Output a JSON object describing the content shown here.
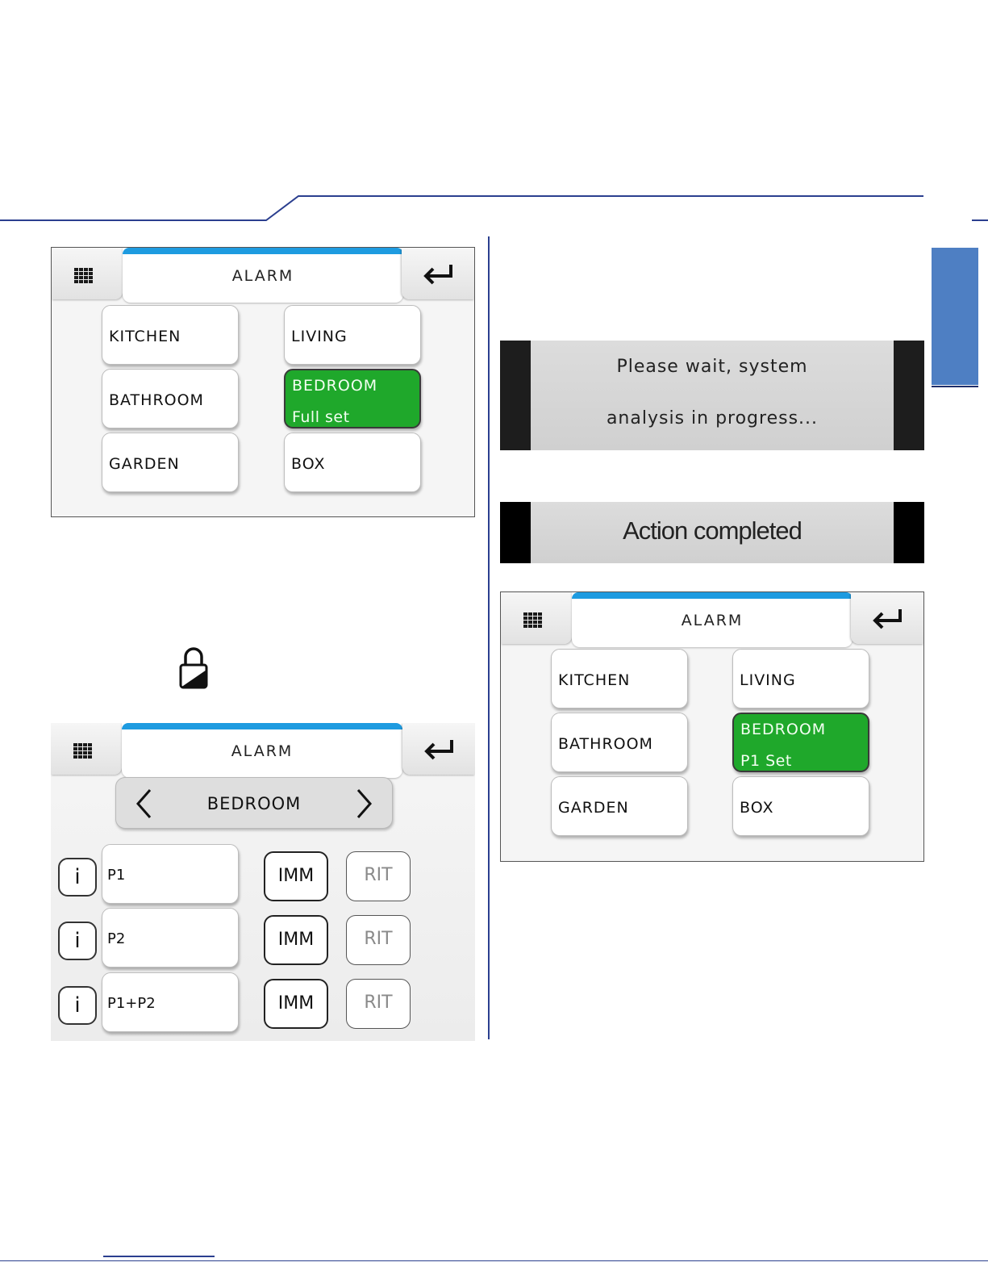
{
  "screen1": {
    "title": "ALARM",
    "rooms": [
      {
        "label": "KITCHEN"
      },
      {
        "label": "LIVING"
      },
      {
        "label": "BATHROOM"
      },
      {
        "label": "BEDROOM",
        "status": "Full set"
      },
      {
        "label": "GARDEN"
      },
      {
        "label": "BOX"
      }
    ]
  },
  "screen2": {
    "title": "ALARM",
    "selected_room": "BEDROOM",
    "periods": [
      {
        "info": "i",
        "label": "P1",
        "imm": "IMM",
        "rit": "RIT"
      },
      {
        "info": "i",
        "label": "P2",
        "imm": "IMM",
        "rit": "RIT"
      },
      {
        "info": "i",
        "label": "P1+P2",
        "imm": "IMM",
        "rit": "RIT"
      }
    ]
  },
  "banner_wait": {
    "line1": "Please wait, system",
    "line2": "analysis in progress..."
  },
  "banner_done": {
    "text": "Action completed"
  },
  "screen3": {
    "title": "ALARM",
    "rooms": [
      {
        "label": "KITCHEN"
      },
      {
        "label": "LIVING"
      },
      {
        "label": "BATHROOM"
      },
      {
        "label": "BEDROOM",
        "status": "P1 Set"
      },
      {
        "label": "GARDEN"
      },
      {
        "label": "BOX"
      }
    ]
  },
  "colors": {
    "accent_blue": "#1e9be0",
    "active_green": "#1fa82b",
    "side_tab": "#4e7fc3",
    "rule": "#2b3f8f"
  }
}
